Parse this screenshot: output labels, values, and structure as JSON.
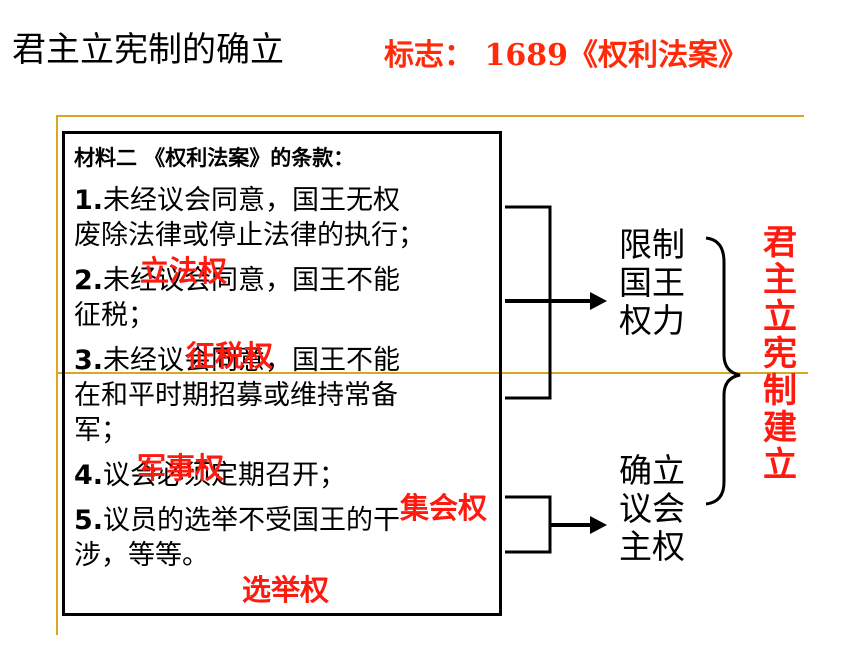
{
  "header": {
    "title": "君主立宪制的确立",
    "subtitle": "标志： 1689《权利法案》"
  },
  "material": {
    "heading": "材料二 《权利法案》的条款：",
    "lines": [
      {
        "num": "1.",
        "text": "未经议会同意，国王无权"
      },
      {
        "num": "",
        "text": "废除法律或停止法律的执行；"
      },
      {
        "num": "2.",
        "text": "未经议会同意，国王不能"
      },
      {
        "num": "",
        "text": "征税；"
      },
      {
        "num": "3.",
        "text": "未经议会同意，国王不能"
      },
      {
        "num": "",
        "text": "在和平时期招募或维持常备"
      },
      {
        "num": "",
        "text": "军；"
      },
      {
        "num": "4.",
        "text": "议会必须定期召开；"
      },
      {
        "num": "5.",
        "text": "议员的选举不受国王的干"
      },
      {
        "num": "",
        "text": "涉，等等。"
      }
    ]
  },
  "annotations": {
    "legislative": "立法权",
    "taxation": "征税权",
    "military": "军事权",
    "assembly": "集会权",
    "election": "选举权"
  },
  "right": {
    "limit_king": [
      "限制",
      "国王",
      "权力"
    ],
    "establish_parliament": [
      "确立",
      "议会",
      "主权"
    ],
    "conclusion": [
      "君",
      "主",
      "立",
      "宪",
      "制",
      "建",
      "立"
    ]
  },
  "colors": {
    "accent_red": "#ff1a10",
    "rule_gold": "#d9a820"
  }
}
